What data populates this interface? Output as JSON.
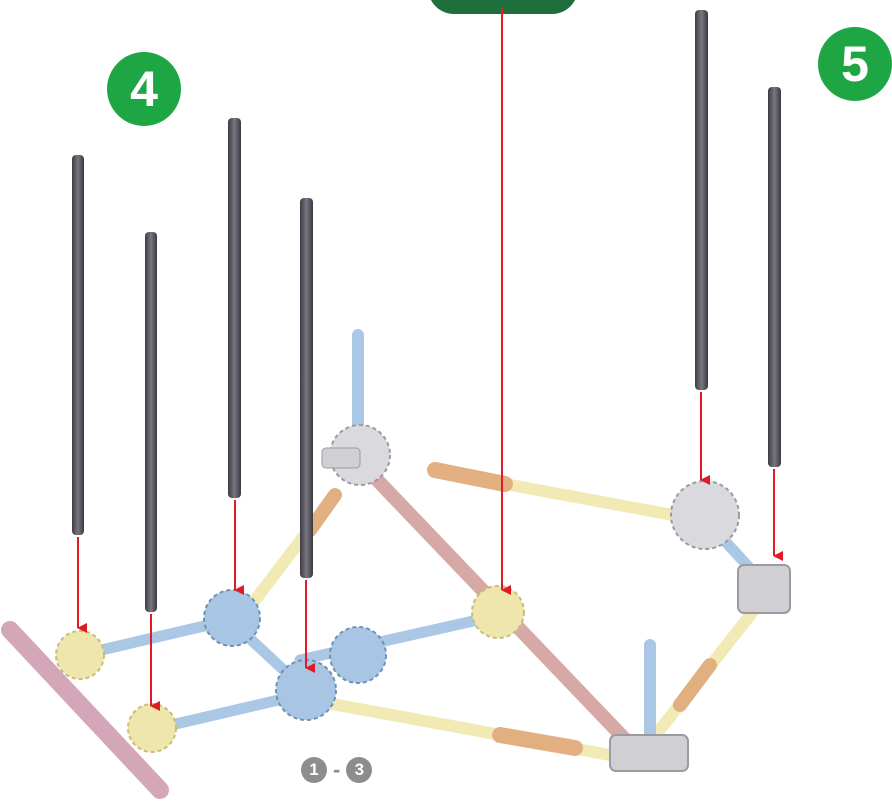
{
  "steps": {
    "left": "4",
    "right": "5"
  },
  "range": {
    "from": "1",
    "separator": "-",
    "to": "3"
  },
  "colors": {
    "badge": "#1ea644",
    "rod_dark": "#5a5660",
    "arrow": "#e01b23",
    "connector_yellow": "#efe6ae",
    "connector_blue": "#a8c6e4",
    "rod_pink": "#d9a8a8",
    "rod_blue": "#aac8e6",
    "rod_yellow": "#f1eab5",
    "rod_orange": "#e2b080",
    "grey_connector": "#d0d0d4"
  }
}
